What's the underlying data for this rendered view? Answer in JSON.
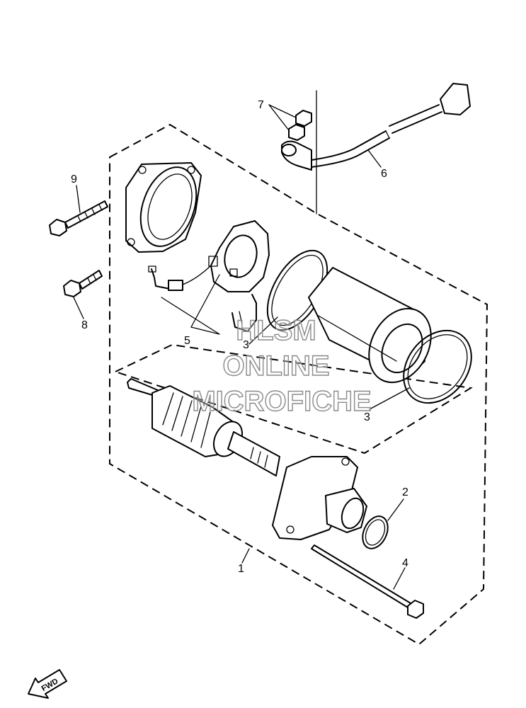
{
  "callouts": [
    "1",
    "2",
    "3",
    "3",
    "4",
    "5",
    "6",
    "7",
    "8",
    "9"
  ],
  "watermark": [
    "HLSM",
    "ONLINE",
    "MICROFICHE"
  ],
  "fwd_label": "FWD",
  "colors": {
    "line": "#000000",
    "background": "#ffffff",
    "watermark_outline": "#8a8a8a"
  }
}
